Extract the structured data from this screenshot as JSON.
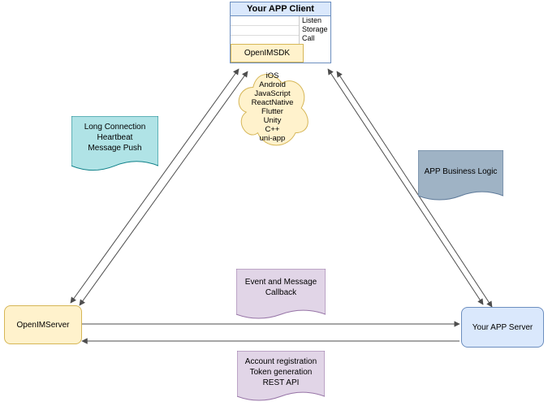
{
  "client": {
    "title": "Your APP Client",
    "interface_rows": [
      "Listen",
      "Storage",
      "Call"
    ],
    "sdk_label": "OpenIMSDK"
  },
  "cloud_platforms": [
    "iOS",
    "Android",
    "JavaScript",
    "ReactNative",
    "Flutter",
    "Unity",
    "C++",
    "uni-app"
  ],
  "notes": {
    "left": [
      "Long Connection",
      "Heartbeat",
      "Message Push"
    ],
    "right": [
      "APP Business Logic"
    ],
    "middle": [
      "Event and Message",
      "Callback"
    ],
    "bottom": [
      "Account registration",
      "Token generation",
      "REST API"
    ]
  },
  "servers": {
    "openim": "OpenIMServer",
    "app": "Your APP Server"
  },
  "colors": {
    "blue_fill": "#dae8fc",
    "blue_stroke": "#6c8ebf",
    "yellow_fill": "#fff2cc",
    "yellow_stroke": "#d6b656",
    "teal_fill": "#b0e3e6",
    "teal_stroke": "#0e8088",
    "gray_fill": "#9fb3c5",
    "gray_stroke": "#5d7999",
    "purple_fill": "#e1d5e7",
    "purple_stroke": "#9673a6",
    "arrow": "#4d4d4d"
  }
}
